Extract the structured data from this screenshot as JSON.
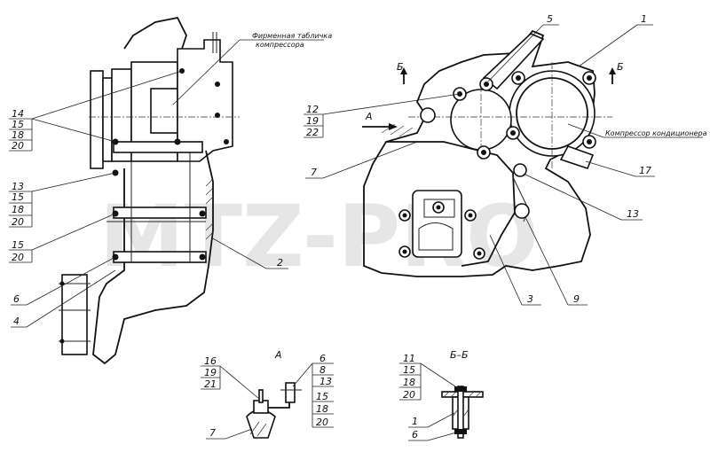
{
  "watermark": "MTZ-PRO",
  "notes": {
    "nameplate_line1": "Фирменная табличка",
    "nameplate_line2": "компрессора",
    "compressor": "Компрессор кондиционера"
  },
  "view_labels": {
    "section_b_left": "Б",
    "section_b_right": "Б",
    "arrow_a": "А",
    "detail_a_title": "А",
    "detail_bb_title": "Б–Б"
  },
  "left_callouts": {
    "group1": [
      "14",
      "15",
      "18",
      "20"
    ],
    "group2": [
      "13",
      "15",
      "18",
      "20"
    ],
    "group3": [
      "15",
      "20"
    ],
    "c6": "6",
    "c4": "4",
    "c2": "2"
  },
  "right_callouts": {
    "group_12": [
      "12",
      "19",
      "22"
    ],
    "c7": "7",
    "c5": "5",
    "c1": "1",
    "c17": "17",
    "c13": "13",
    "c3": "3",
    "c9": "9"
  },
  "detail_a_callouts": {
    "group_left": [
      "16",
      "19",
      "21"
    ],
    "group_right": [
      "6",
      "8",
      "13",
      "15",
      "18",
      "20"
    ],
    "c7": "7"
  },
  "detail_bb_callouts": {
    "group": [
      "11",
      "15",
      "18",
      "20"
    ],
    "c1": "1",
    "c6": "6"
  }
}
